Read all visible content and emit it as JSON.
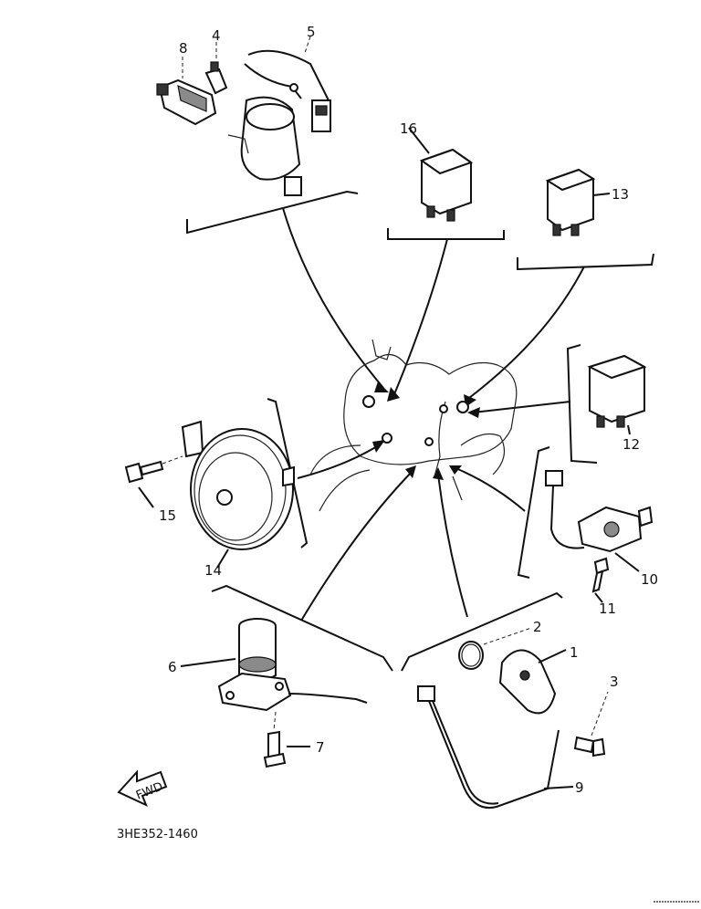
{
  "diagram": {
    "drawing_code": "3HE352-1460",
    "fwd_label": "FWD",
    "callouts": {
      "p1": "1",
      "p2": "2",
      "p3": "3",
      "p4": "4",
      "p5": "5",
      "p6": "6",
      "p7": "7",
      "p8": "8",
      "p9": "9",
      "p10": "10",
      "p11": "11",
      "p12": "12",
      "p13": "13",
      "p14": "14",
      "p15": "15",
      "p16": "16"
    }
  }
}
